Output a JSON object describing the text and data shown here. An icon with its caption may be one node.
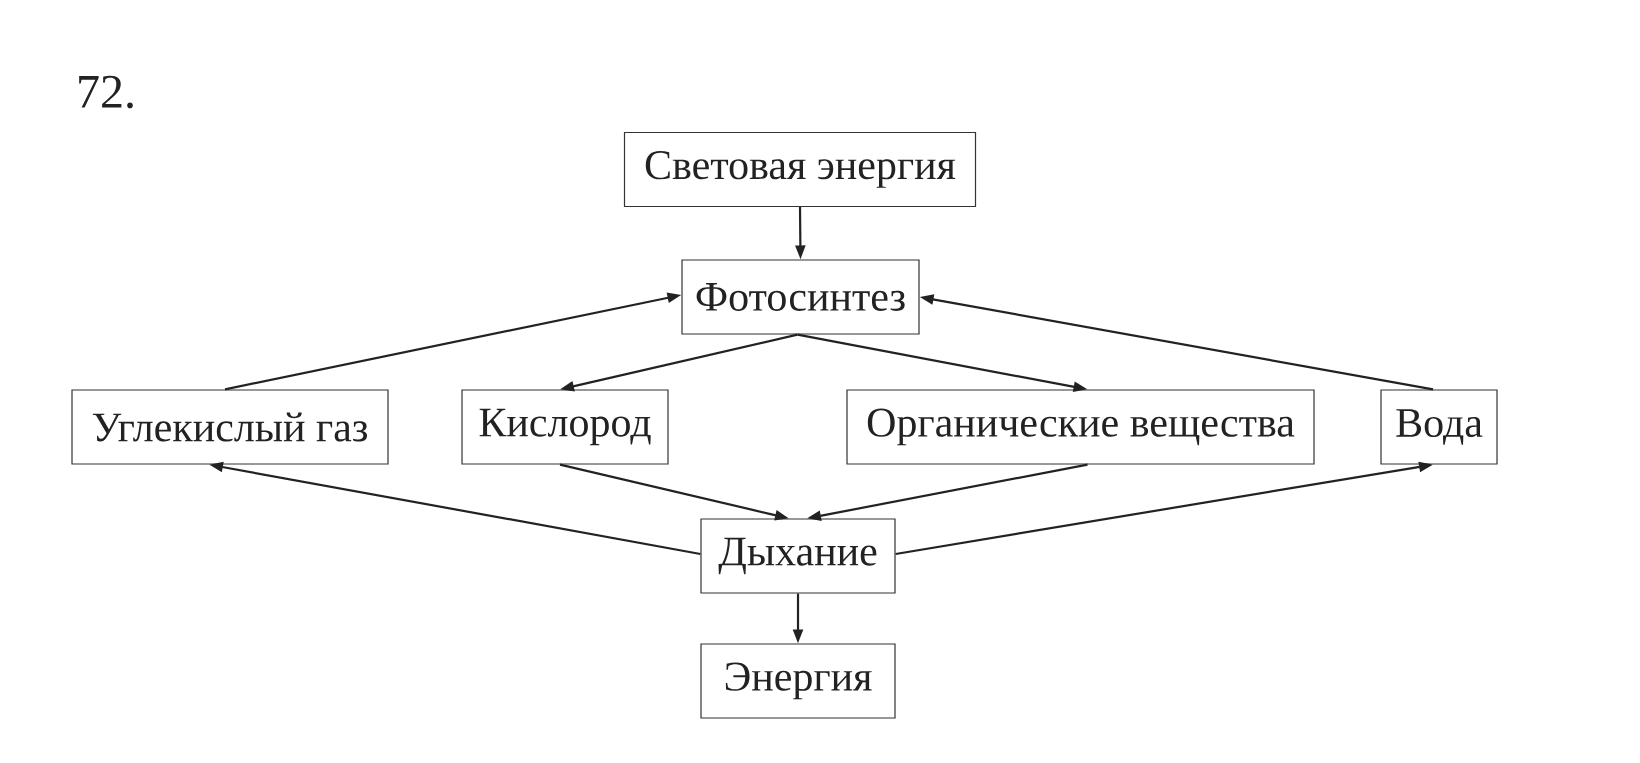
{
  "diagram": {
    "nodes": [
      {
        "text": [
          "Световая энергия"
        ]
      },
      {
        "text": [
          "Фотосинтез"
        ]
      },
      {
        "text": [
          "Углекислый газ"
        ]
      },
      {
        "text": [
          "Кислород"
        ]
      },
      {
        "text": [
          "Органические вещества"
        ]
      },
      {
        "text": [
          "Вода"
        ]
      },
      {
        "text": [
          "Дыхание"
        ]
      },
      {
        "text": [
          "Энергия"
        ]
      }
    ],
    "edges": [
      {
        "from": 0,
        "to": 1,
        "arrow": "to"
      },
      {
        "from": 2,
        "to": 1,
        "arrow": "to"
      },
      {
        "from": 5,
        "to": 1,
        "arrow": "to"
      },
      {
        "from": 1,
        "to": 3,
        "arrow": "to"
      },
      {
        "from": 1,
        "to": 4,
        "arrow": "to"
      },
      {
        "from": 3,
        "to": 6,
        "arrow": "to"
      },
      {
        "from": 4,
        "to": 6,
        "arrow": "to"
      },
      {
        "from": 6,
        "to": 2,
        "arrow": "to"
      },
      {
        "from": 6,
        "to": 5,
        "arrow": "to"
      },
      {
        "from": 6,
        "to": 7,
        "arrow": "to"
      }
    ],
    "labels": [
      "72."
    ]
  }
}
